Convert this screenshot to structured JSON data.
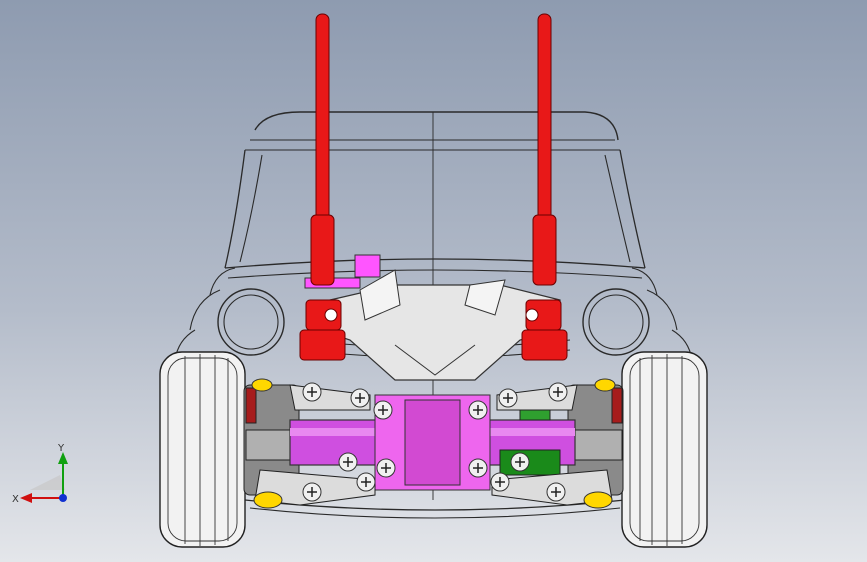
{
  "viewport": {
    "colors": {
      "background_top": "#8e9bb0",
      "background_bottom": "#e4e6ea",
      "wireframe": "#2a2a2a",
      "shock_towers": "#e81818",
      "arms": "#e0e0e0",
      "bulkhead": "#ff4dff",
      "chassis_plate": "#cf4fe0",
      "bolt": "#f0f0f0",
      "tire": "#f2f2f2"
    },
    "model": {
      "name_icon": "rc-car-front-suspension-model"
    }
  },
  "triad": {
    "x_label": "X",
    "y_label": "Y",
    "colors": {
      "x": "#d01010",
      "y": "#10a010",
      "z": "#1030d0"
    }
  }
}
